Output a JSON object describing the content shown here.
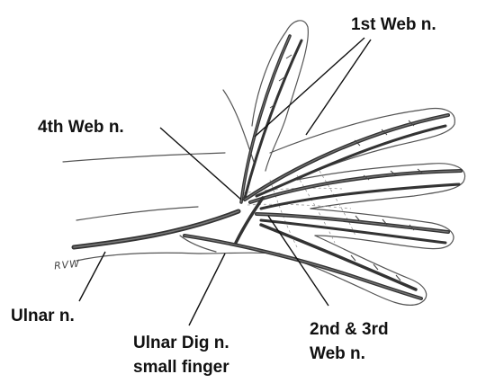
{
  "labels": {
    "first_web": "1st Web n.",
    "fourth_web": "4th Web n.",
    "ulnar": "Ulnar n.",
    "ulnar_dig_line1": "Ulnar Dig n.",
    "ulnar_dig_line2": "small finger",
    "second_third_line1": "2nd & 3rd",
    "second_third_line2": "Web n."
  },
  "signature": "RVW",
  "colors": {
    "outline": "#555555",
    "nerve": "#333333",
    "nerve_core": "#777777",
    "leader": "#111111"
  }
}
